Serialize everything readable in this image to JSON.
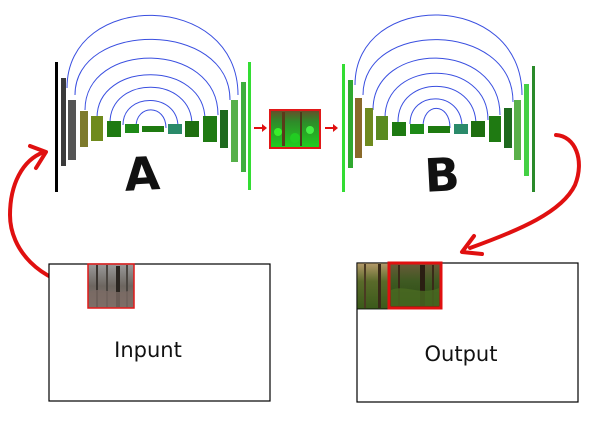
{
  "network_a": {
    "label": "A"
  },
  "network_b": {
    "label": "B"
  },
  "input_box": {
    "label": "Inpunt"
  },
  "output_box": {
    "label": "Output"
  },
  "colors": {
    "skip_arc": "#3a4fe0",
    "arrow": "#e01010",
    "thumb_border": "#e01818",
    "box_border": "#000000"
  }
}
